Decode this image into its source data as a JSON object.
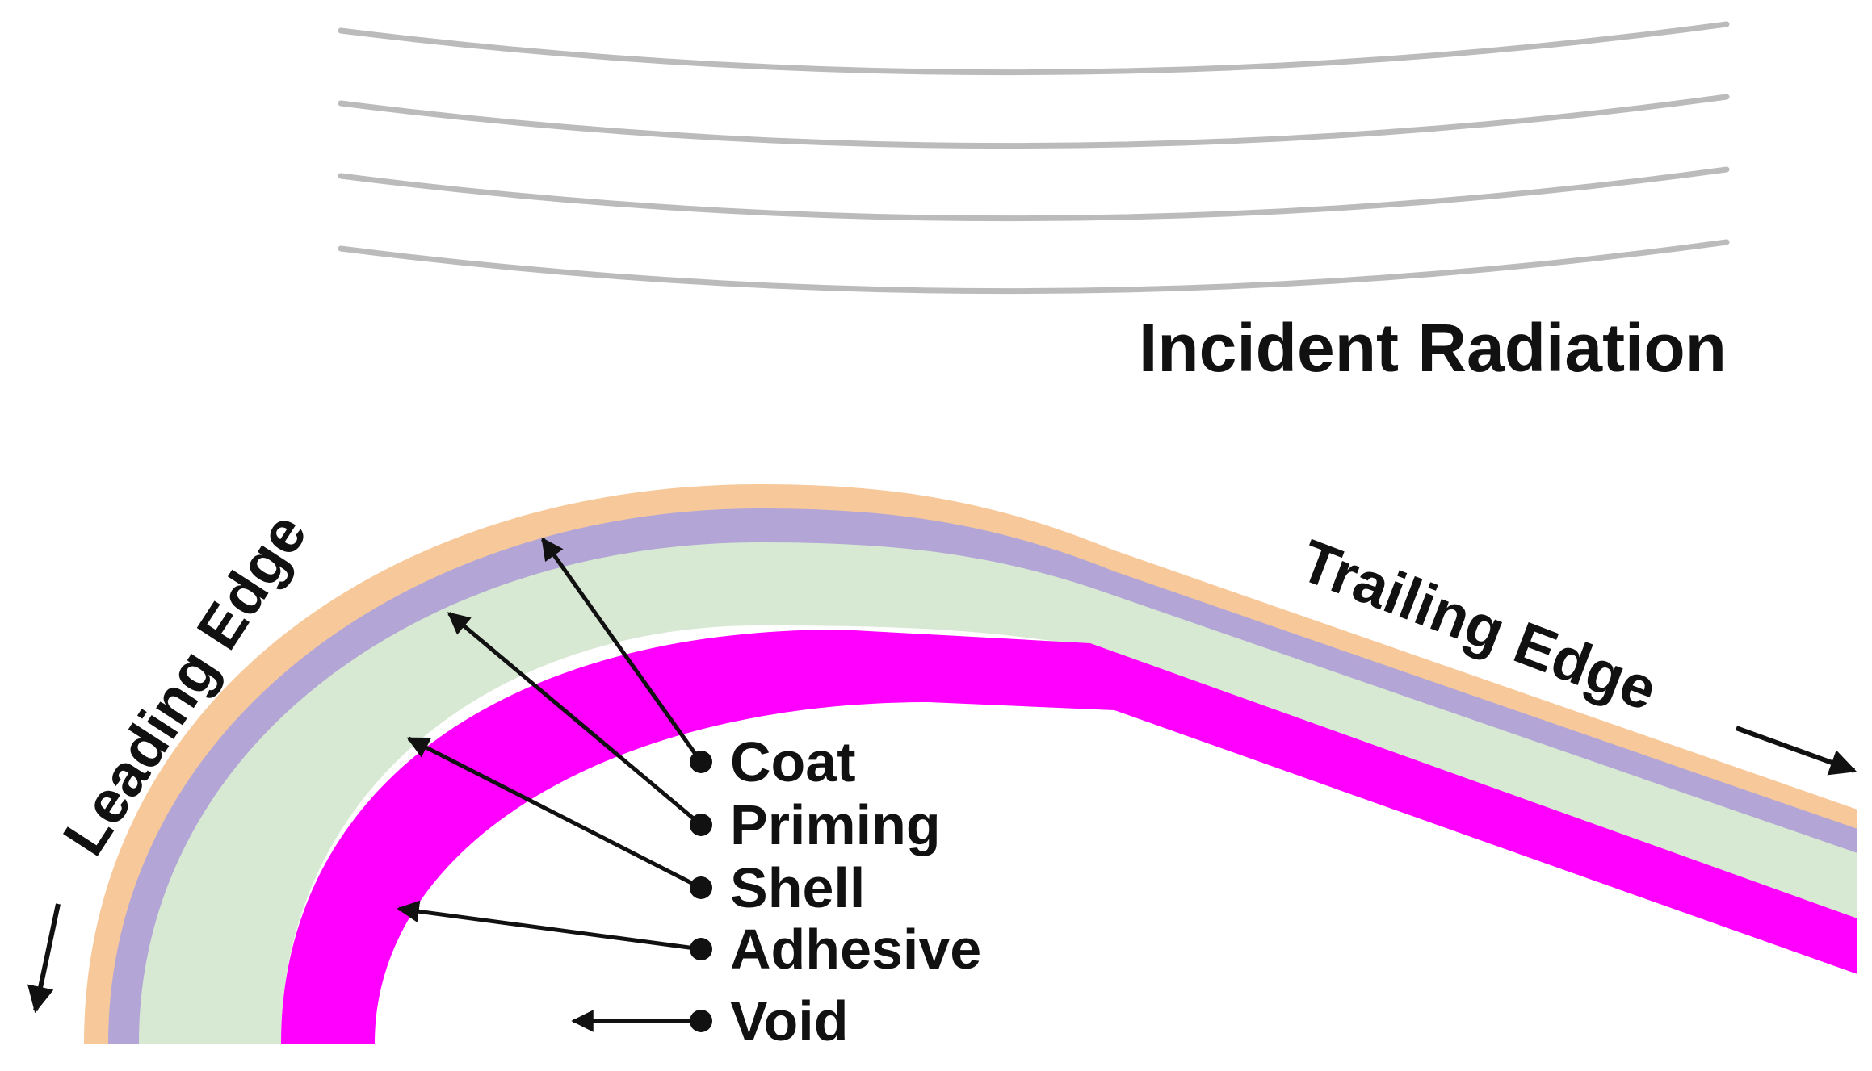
{
  "title": "Incident Radiation",
  "edges": {
    "leading": "Leading Edge",
    "trailing": "Trailing Edge"
  },
  "layers": [
    {
      "id": "coat",
      "label": "Coat",
      "color": "#F7C99A"
    },
    {
      "id": "priming",
      "label": "Priming",
      "color": "#B3A6D6"
    },
    {
      "id": "shell",
      "label": "Shell",
      "color": "#D7E9D2"
    },
    {
      "id": "adhesive",
      "label": "Adhesive",
      "color": "#FF00FF"
    },
    {
      "id": "void",
      "label": "Void",
      "color": "#FFFFFF"
    }
  ],
  "colors": {
    "radiation_lines": "#BBBBBB",
    "text": "#111111",
    "arrows": "#111111"
  }
}
